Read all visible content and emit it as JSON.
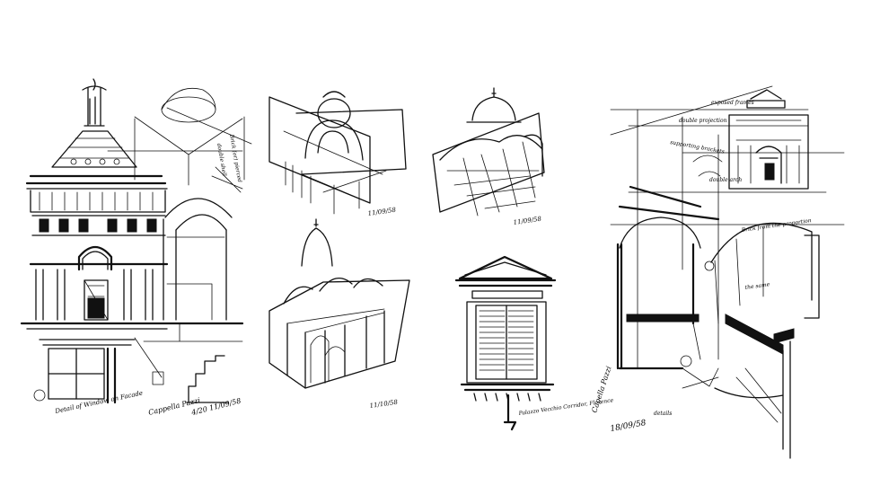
{
  "image": {
    "subject": "architectural-sketches-pazzi-chapel",
    "background": "#ffffff",
    "ink": "#111111"
  },
  "sketches": {
    "facade": {
      "annotations": [
        "double shell",
        "Brick (or) pierced",
        "Detail of Window on Facade",
        "Cappella Pazzi",
        "4/20 11/09/58"
      ]
    },
    "axon_top": {
      "date": "11/09/58"
    },
    "axon_bottom": {
      "date": "11/10/58"
    },
    "axon_top_right": {
      "date": "11/09/58"
    },
    "window": {
      "caption": "Palazzo Vecchio Corridor, Florence"
    },
    "section": {
      "annotations": [
        "exposed frames",
        "double projection",
        "supporting brackets",
        "double arch",
        "Brick from the proportion",
        "the same",
        "Capella Pazzi",
        "18/09/58",
        "details"
      ]
    }
  }
}
